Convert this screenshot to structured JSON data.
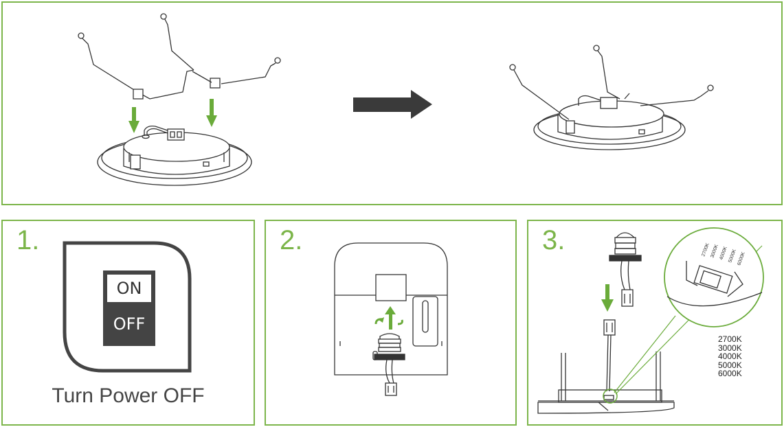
{
  "steps": [
    {
      "number": "1.",
      "switch_on": "ON",
      "switch_off": "OFF",
      "caption": "Turn Power OFF"
    },
    {
      "number": "2."
    },
    {
      "number": "3.",
      "tilted_labels": [
        "2700K",
        "3000K",
        "4000K",
        "5000K",
        "6000K"
      ],
      "cct_list": [
        "2700K",
        "3000K",
        "4000K",
        "5000K",
        "6000K"
      ]
    }
  ],
  "colors": {
    "frame": "#7cb54a",
    "arrow_green": "#6aab3a",
    "arrow_dark": "#3a3a3a",
    "line": "#333333"
  }
}
